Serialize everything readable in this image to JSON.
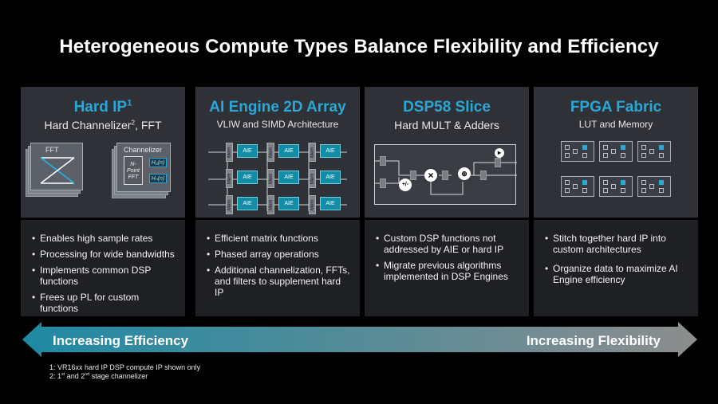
{
  "title": "Heterogeneous Compute Types Balance Flexibility and Efficiency",
  "columns": [
    {
      "title": "Hard IP",
      "title_sup": "1",
      "subtitle_a": "Hard Channelizer",
      "subtitle_sup": "2",
      "subtitle_b": ", FFT",
      "diagram": {
        "fft_label": "FFT",
        "channelizer_label": "Channelizer",
        "npoint_label": "N-\nPoint\nFFT",
        "h0": "H₀(n)",
        "hn": "Hₙ(n)"
      },
      "bullets": [
        "Enables high sample rates",
        "Processing for wide bandwidths",
        "Implements common DSP functions",
        "Frees up PL for custom functions"
      ]
    },
    {
      "title": "AI Engine 2D Array",
      "subtitle": "VLIW and SIMD Architecture",
      "diagram": {
        "aie_label": "AIE",
        "mem_label": "Mem"
      },
      "bullets": [
        "Efficient matrix functions",
        "Phased array operations",
        "Additional channelization, FFTs, and filters to supplement hard IP"
      ]
    },
    {
      "title": "DSP58 Slice",
      "subtitle": "Hard MULT & Adders",
      "diagram": {
        "adder": "+/-",
        "mult": "×"
      },
      "bullets": [
        "Custom DSP functions not addressed by AIE or hard IP",
        "Migrate previous algorithms implemented in DSP Engines"
      ]
    },
    {
      "title": "FPGA Fabric",
      "subtitle": "LUT and Memory",
      "bullets": [
        "Stitch together hard IP into custom architectures",
        "Organize data to maximize AI Engine efficiency"
      ]
    }
  ],
  "arrow": {
    "left_label": "Increasing Efficiency",
    "right_label": "Increasing Flexibility",
    "left_color": "#1e8aa3",
    "right_color": "#8d8d8d"
  },
  "footnotes": {
    "note1": "1: VR16xx hard IP DSP compute IP shown only",
    "note2_a": "2: 1",
    "note2_sup1": "st",
    "note2_b": " and 2",
    "note2_sup2": "nd",
    "note2_c": " stage channelizer"
  }
}
